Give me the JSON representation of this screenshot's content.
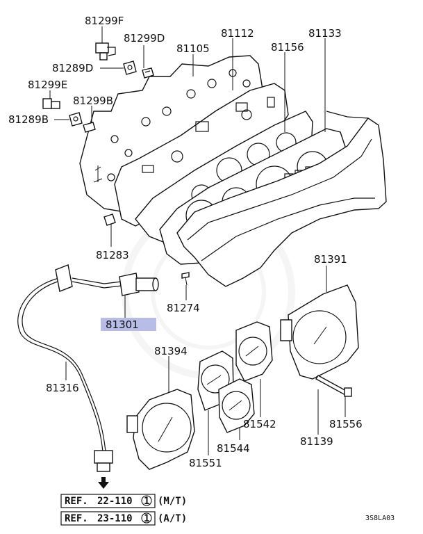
{
  "labels": {
    "p81299F": "81299F",
    "p81299D": "81299D",
    "p81112": "81112",
    "p81133": "81133",
    "p81105": "81105",
    "p81156": "81156",
    "p81289D": "81289D",
    "p81299E": "81299E",
    "p81299B": "81299B",
    "p81289B": "81289B",
    "p81283": "81283",
    "p81274": "81274",
    "p81301": "81301",
    "p81391": "81391",
    "p81394": "81394",
    "p81316": "81316",
    "p81542": "81542",
    "p81556": "81556",
    "p81544": "81544",
    "p81139": "81139",
    "p81551": "81551"
  },
  "highlight_color": "#b7bde6",
  "references": [
    {
      "prefix": "REF.",
      "code": "22-110",
      "circle": "1",
      "note": "(M/T)"
    },
    {
      "prefix": "REF.",
      "code": "23-110",
      "circle": "1",
      "note": "(A/T)"
    }
  ],
  "diagram_code": "3S8LA03",
  "arrow_icon": "down-arrow-icon"
}
